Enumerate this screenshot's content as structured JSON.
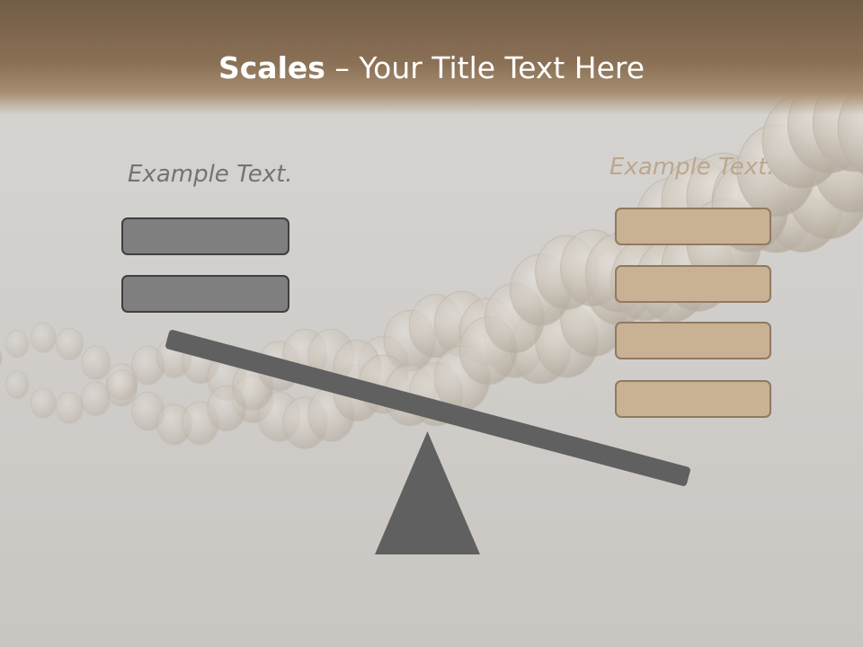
{
  "title": {
    "bold": "Scales",
    "rest": " – Your Title Text Here"
  },
  "left_side": {
    "label": "Example Text.",
    "block_count": 2,
    "block_color": "#7f7f7f",
    "block_border": "#404040"
  },
  "right_side": {
    "label": "Example Text.",
    "block_count": 4,
    "block_color": "#c9b194",
    "block_border": "#8f7a62"
  },
  "colors": {
    "title_band": "#7a6249",
    "background": "#d4d2cf",
    "plank": "#606060",
    "fulcrum": "#606060"
  },
  "icons": {
    "background": "twisted-rope-photo",
    "scale": "seesaw-balance-icon"
  }
}
